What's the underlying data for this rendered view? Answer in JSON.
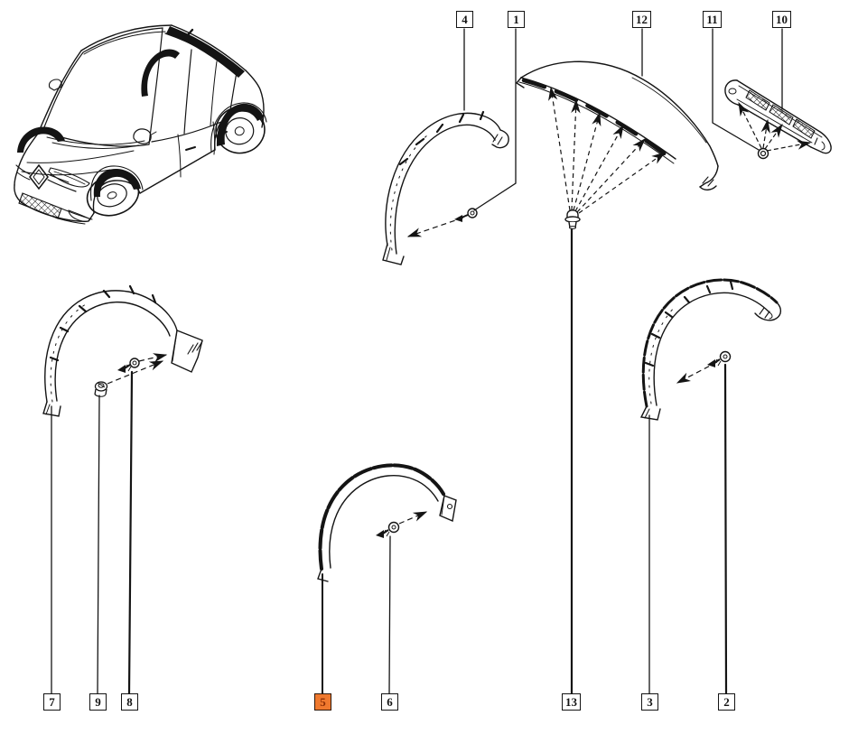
{
  "colors": {
    "background": "#ffffff",
    "line": "#141414",
    "callout_box_fill": "#ffffff",
    "callout_box_border": "#141414",
    "callout_text": "#141414",
    "highlight_fill": "#f0792e",
    "highlight_border": "#30180a",
    "highlight_text": "#8c2e05"
  },
  "callouts": [
    {
      "id": "4",
      "label": "4",
      "highlighted": false
    },
    {
      "id": "1",
      "label": "1",
      "highlighted": false
    },
    {
      "id": "12",
      "label": "12",
      "highlighted": false
    },
    {
      "id": "11",
      "label": "11",
      "highlighted": false
    },
    {
      "id": "10",
      "label": "10",
      "highlighted": false
    },
    {
      "id": "7",
      "label": "7",
      "highlighted": false
    },
    {
      "id": "9",
      "label": "9",
      "highlighted": false
    },
    {
      "id": "8",
      "label": "8",
      "highlighted": false
    },
    {
      "id": "5",
      "label": "5",
      "highlighted": true
    },
    {
      "id": "6",
      "label": "6",
      "highlighted": false
    },
    {
      "id": "13",
      "label": "13",
      "highlighted": false
    },
    {
      "id": "3",
      "label": "3",
      "highlighted": false
    },
    {
      "id": "2",
      "label": "2",
      "highlighted": false
    }
  ]
}
